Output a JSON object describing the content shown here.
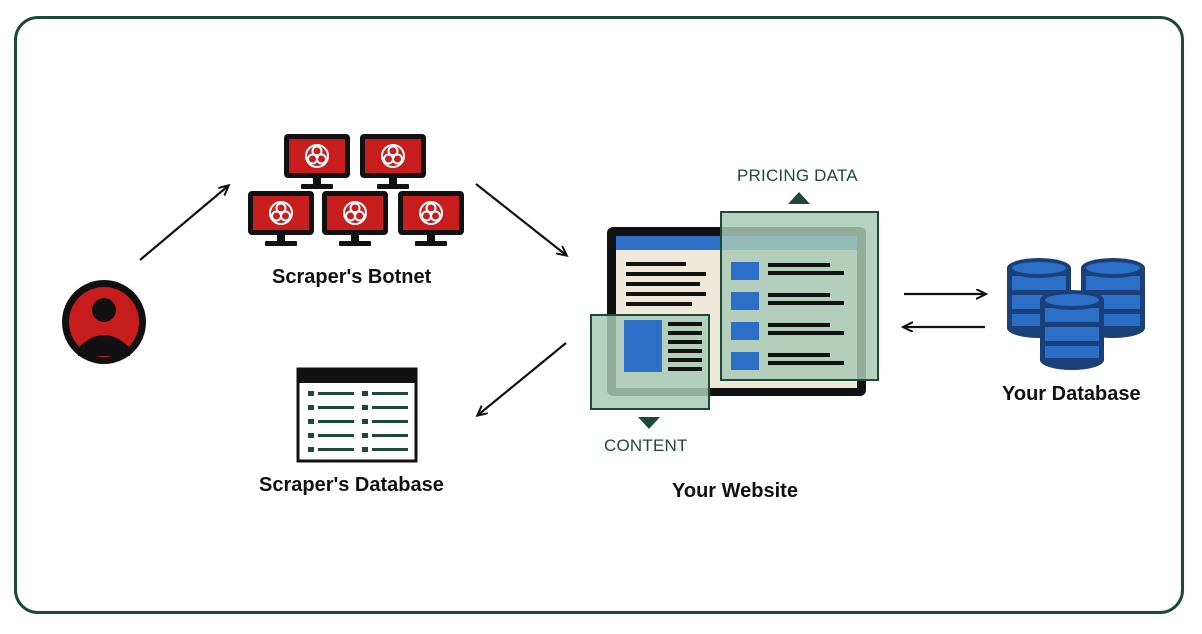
{
  "labels": {
    "botnet": "Scraper's Botnet",
    "scraper_db": "Scraper's Database",
    "website": "Your Website",
    "your_db": "Your Database",
    "pricing": "PRICING DATA",
    "content": "CONTENT"
  },
  "colors": {
    "frame": "#1d4a38",
    "infected": "#c81d1d",
    "accent_blue": "#2c6fc6",
    "panel_green": "#a8c9b5",
    "page_beige": "#efe9d9"
  },
  "icons": {
    "attacker": "hacker-avatar-icon",
    "botnet": "infected-computer-icon",
    "scraper_db": "database-table-icon",
    "website": "web-page-icon",
    "your_db": "database-cylinder-icon"
  }
}
